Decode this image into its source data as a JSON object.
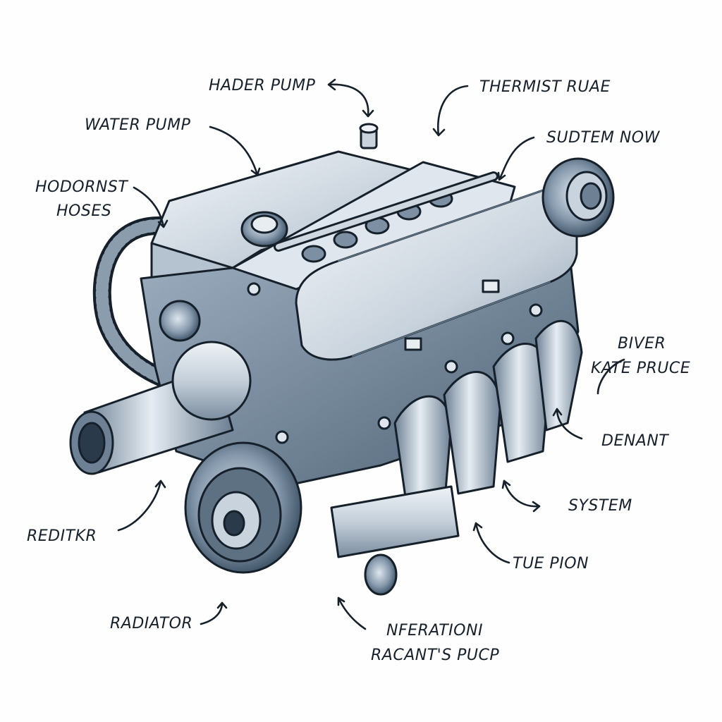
{
  "labels": {
    "hader_pump": "HADER PUMP",
    "thermist_ruae": "THERMIST RUAE",
    "water_pump": "WATER PUMP",
    "sudtem_now": "SUDTEM NOW",
    "hoses_line1": "HODORNST",
    "hoses_line2": "HOSES",
    "biver": "BIVER",
    "kate_pruce": "KATE PRUCE",
    "denant": "DENANT",
    "system": "SYSTEM",
    "reditkr": "REDITKR",
    "tue_pion": "TUE PION",
    "radiator": "RADIATOR",
    "nferationi": "NFERATIONI",
    "racants_pucp": "RACANT'S PUCP"
  },
  "colors": {
    "ink": "#16202b",
    "metal_light": "#dfe5ec",
    "metal_mid": "#a9b7c6",
    "metal_dark": "#5e7183",
    "shadow": "#34485c"
  }
}
